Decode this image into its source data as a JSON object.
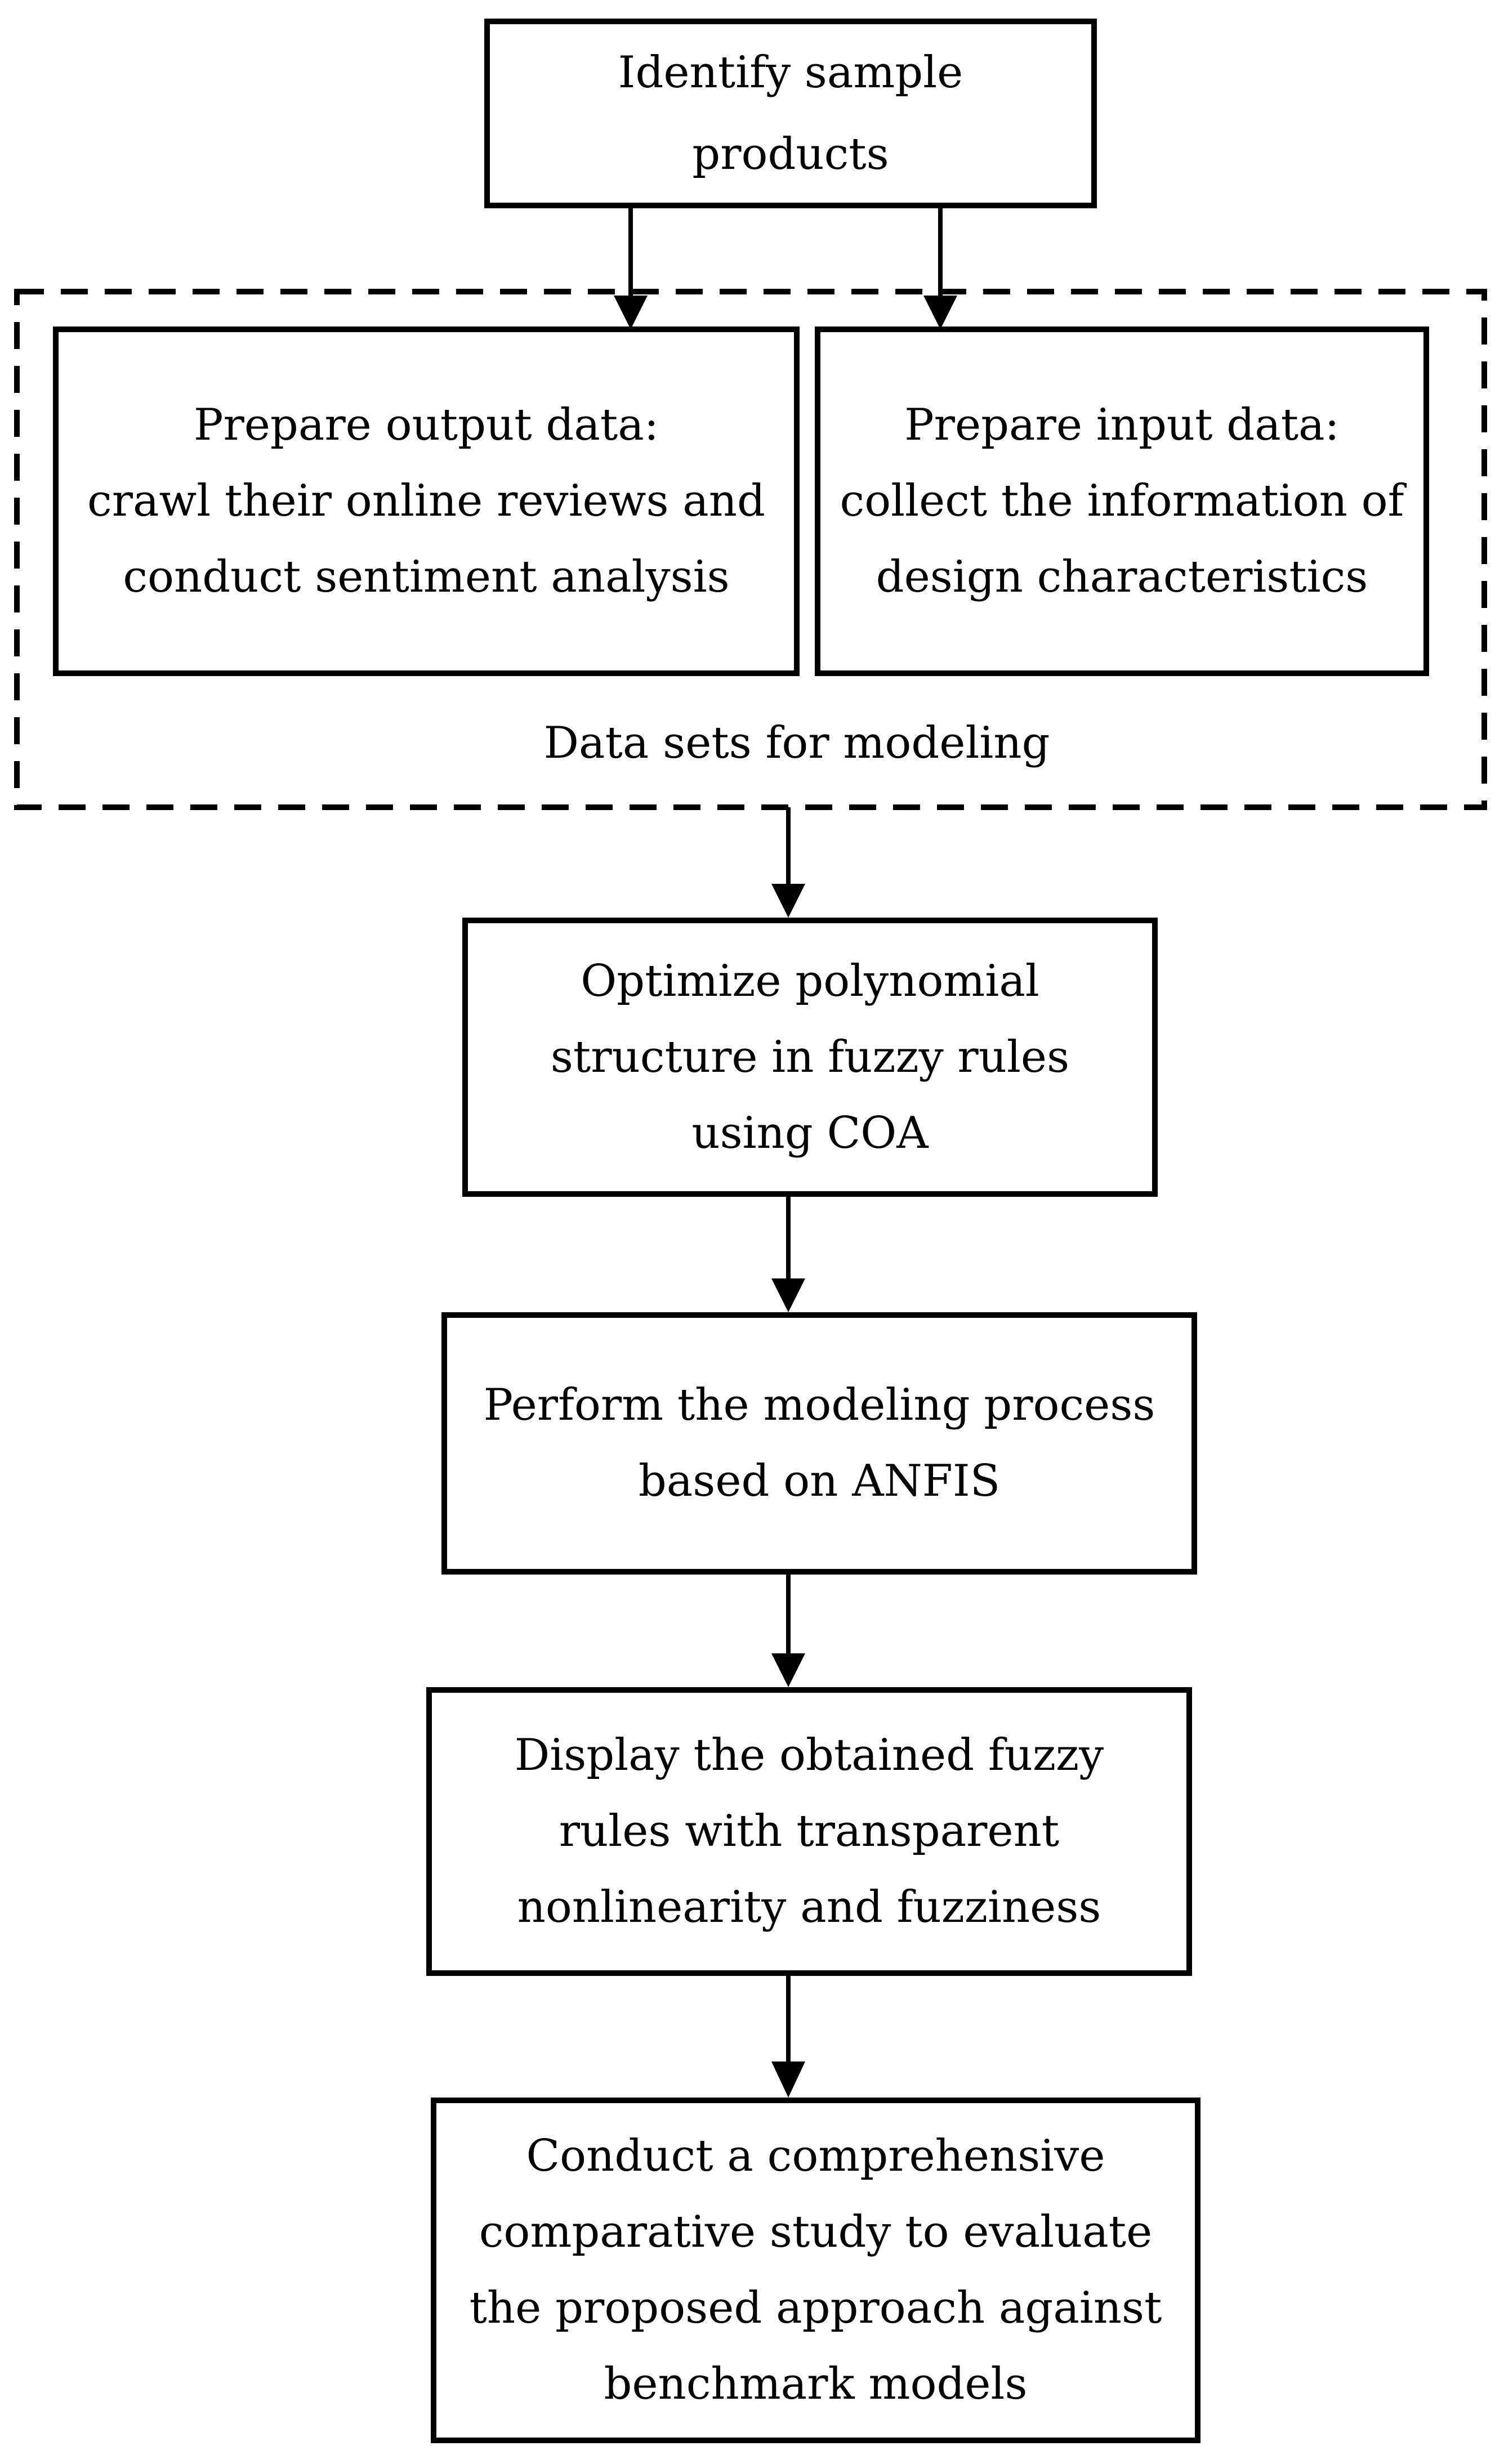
{
  "diagram": {
    "type": "flowchart",
    "colors": {
      "ink": "#000000",
      "paper": "#ffffff"
    },
    "nodes": {
      "identify": {
        "text": "Identify sample\nproducts"
      },
      "output": {
        "text": "Prepare output data:\ncrawl their online reviews and\nconduct sentiment analysis"
      },
      "input": {
        "text": "Prepare input data:\ncollect the information of\ndesign characteristics"
      },
      "datasets_label": {
        "text": "Data sets for modeling"
      },
      "optimize": {
        "text": "Optimize polynomial\nstructure in fuzzy rules\nusing COA"
      },
      "anfis": {
        "text": "Perform the modeling process\nbased on ANFIS"
      },
      "display": {
        "text": "Display the obtained fuzzy\nrules with transparent\nnonlinearity and fuzziness"
      },
      "conduct": {
        "text": "Conduct a comprehensive\ncomparative study to evaluate\nthe proposed approach against\nbenchmark models"
      }
    },
    "edges": [
      {
        "from": "identify",
        "to": "output"
      },
      {
        "from": "identify",
        "to": "input"
      },
      {
        "from": "datasets-group",
        "to": "optimize"
      },
      {
        "from": "optimize",
        "to": "anfis"
      },
      {
        "from": "anfis",
        "to": "display"
      },
      {
        "from": "display",
        "to": "conduct"
      }
    ]
  }
}
